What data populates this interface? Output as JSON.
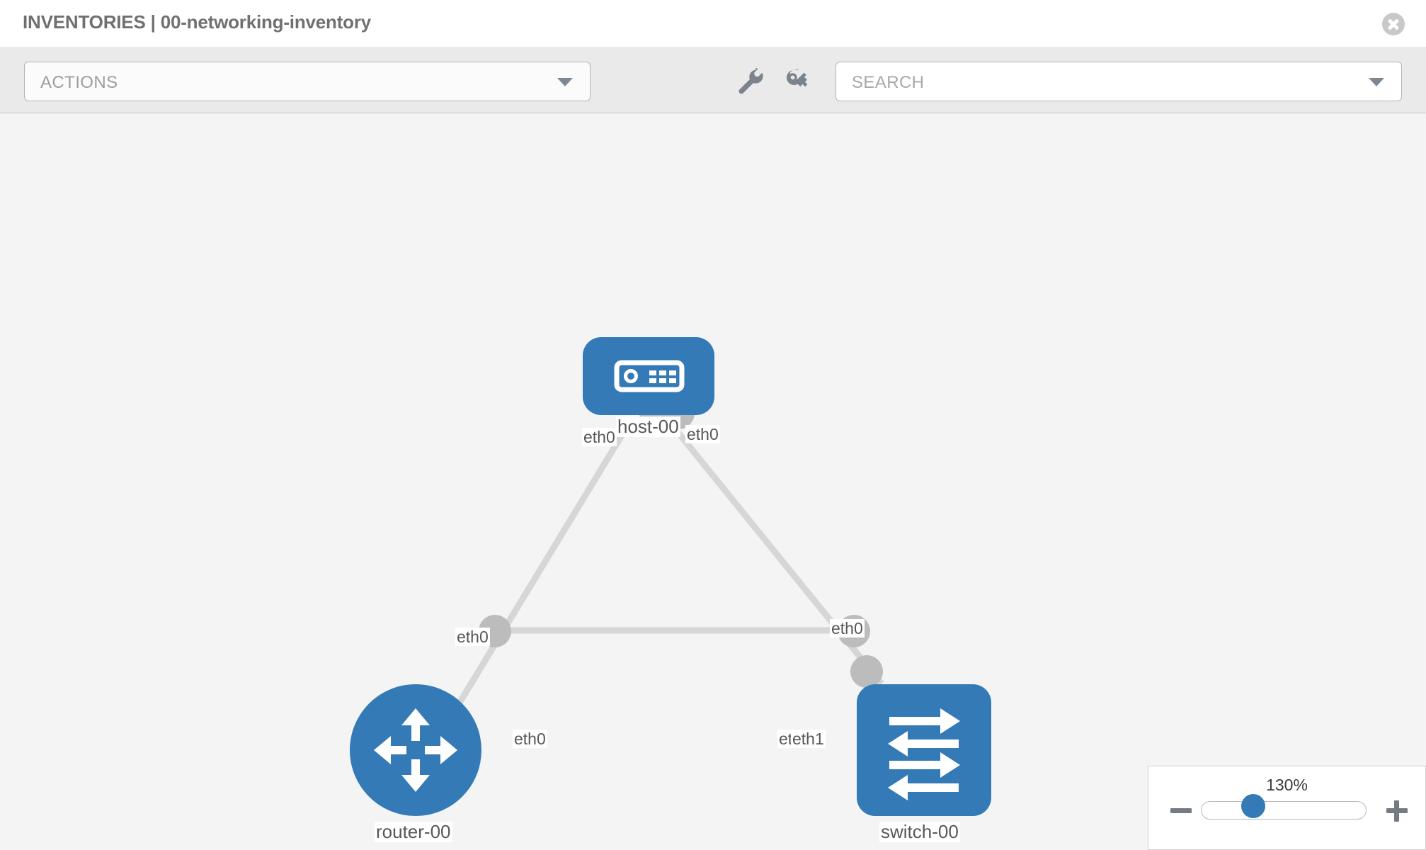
{
  "header": {
    "title": "INVENTORIES | 00-networking-inventory",
    "close_icon": "close-circle-icon"
  },
  "toolbar": {
    "actions_label": "ACTIONS",
    "actions_caret_icon": "chevron-down-icon",
    "wrench_icon": "wrench-icon",
    "key_icon": "key-icon",
    "search_placeholder": "SEARCH",
    "search_value": "",
    "search_caret_icon": "chevron-down-icon"
  },
  "topology": {
    "nodes": [
      {
        "id": "host-00",
        "label": "host-00",
        "type": "host",
        "icon": "server-icon"
      },
      {
        "id": "router-00",
        "label": "router-00",
        "type": "router",
        "icon": "router-arrows-icon"
      },
      {
        "id": "switch-00",
        "label": "switch-00",
        "type": "switch",
        "icon": "switch-arrows-icon"
      }
    ],
    "edge_labels": {
      "host_left": "eth0",
      "host_right": "eth0",
      "router_up": "eth0",
      "switch_up": "eth0",
      "router_right": "eth0",
      "switch_left_back": "eth0",
      "switch_left_front": "eth1"
    },
    "colors": {
      "node_blue": "#337ab7",
      "port_gray": "#bcbcbc",
      "link_gray": "#d6d6d6",
      "canvas_bg": "#f4f4f4"
    }
  },
  "zoom": {
    "level": "130%",
    "minus_icon": "minus-icon",
    "plus_icon": "plus-icon"
  }
}
